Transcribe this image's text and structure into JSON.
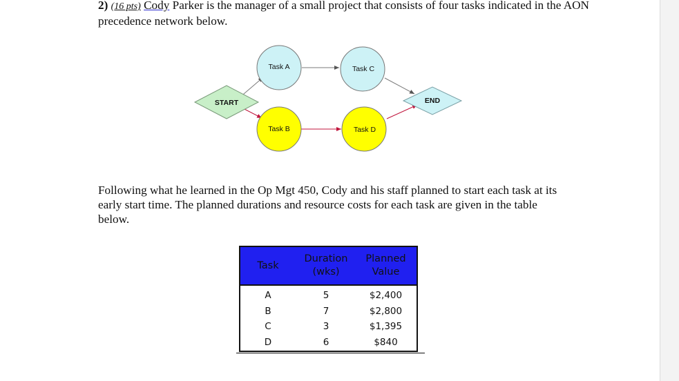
{
  "question": {
    "number": "2)",
    "points": "16 pts)",
    "name": "Cody",
    "intro_rest": " Parker is the manager of a small project that consists of four tasks indicated in the AON precedence network below."
  },
  "network": {
    "start": "START",
    "end": "END",
    "task_a": "Task A",
    "task_b": "Task B",
    "task_c": "Task C",
    "task_d": "Task D",
    "colors": {
      "start_fill": "#c8efc8",
      "upper_fill": "#cdf2f6",
      "lower_fill": "#ffff00",
      "edge_gray": "#7a7a7a",
      "edge_red": "#c0143c"
    }
  },
  "paragraph2": "Following what he learned in the Op Mgt 450, Cody and his staff planned to start each task at its early start time.  The planned durations and resource costs for each task are given in the table below.",
  "table": {
    "header_color": "#2020f0",
    "col_task": "Task",
    "col_duration": "Duration (wks)",
    "col_value": "Planned Value",
    "rows": [
      {
        "task": "A",
        "duration": "5",
        "value": "$2,400"
      },
      {
        "task": "B",
        "duration": "7",
        "value": "$2,800"
      },
      {
        "task": "C",
        "duration": "3",
        "value": "$1,395"
      },
      {
        "task": "D",
        "duration": "6",
        "value": "$840"
      }
    ]
  }
}
